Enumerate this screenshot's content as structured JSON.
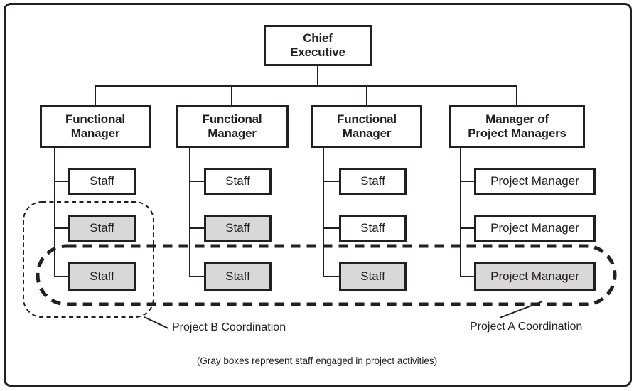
{
  "org_chart": {
    "root": {
      "label": "Chief\nExecutive"
    },
    "columns": [
      {
        "manager": "Functional\nManager",
        "staff": [
          {
            "label": "Staff",
            "gray": false
          },
          {
            "label": "Staff",
            "gray": true
          },
          {
            "label": "Staff",
            "gray": true
          }
        ]
      },
      {
        "manager": "Functional\nManager",
        "staff": [
          {
            "label": "Staff",
            "gray": false
          },
          {
            "label": "Staff",
            "gray": true
          },
          {
            "label": "Staff",
            "gray": true
          }
        ]
      },
      {
        "manager": "Functional\nManager",
        "staff": [
          {
            "label": "Staff",
            "gray": false
          },
          {
            "label": "Staff",
            "gray": false
          },
          {
            "label": "Staff",
            "gray": true
          }
        ]
      },
      {
        "manager": "Manager of\nProject Managers",
        "staff": [
          {
            "label": "Project Manager",
            "gray": false
          },
          {
            "label": "Project Manager",
            "gray": false
          },
          {
            "label": "Project Manager",
            "gray": true
          }
        ]
      }
    ]
  },
  "annotations": {
    "project_b_label": "Project B Coordination",
    "project_a_label": "Project A Coordination",
    "caption": "(Gray boxes represent staff engaged in project activities)"
  },
  "colors": {
    "line": "#231f20",
    "gray_fill": "#d8d8d8"
  }
}
